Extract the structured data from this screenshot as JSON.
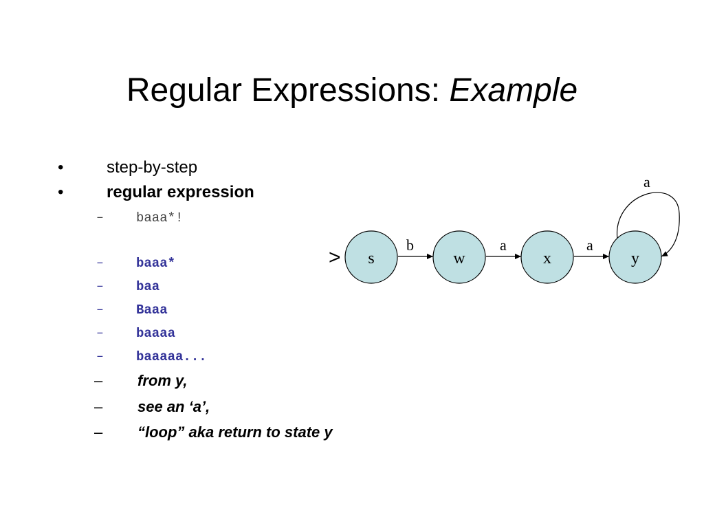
{
  "slide": {
    "title": "Regular Expressions: ",
    "title_italic": "Example"
  },
  "bullets": [
    {
      "marker": "•",
      "text": "step-by-step"
    },
    {
      "marker": "•",
      "text": "regular expression"
    }
  ],
  "regex_items": [
    {
      "marker": "–",
      "text": "baaa*!"
    },
    {
      "marker": "–",
      "text": "baaa*"
    },
    {
      "marker": "–",
      "text": "baa"
    },
    {
      "marker": "–",
      "text": "Baaa"
    },
    {
      "marker": "–",
      "text": "baaaa"
    },
    {
      "marker": "–",
      "text": "baaaaa..."
    }
  ],
  "notes": [
    {
      "marker": "–",
      "text": "from y,"
    },
    {
      "marker": "–",
      "text": "see an ‘a’,"
    },
    {
      "marker": "–",
      "text": "“loop” aka return to state y"
    }
  ],
  "fsa": {
    "start_marker": ">",
    "states": [
      "s",
      "w",
      "x",
      "y"
    ],
    "transitions": [
      {
        "from": "s",
        "to": "w",
        "label": "b"
      },
      {
        "from": "w",
        "to": "x",
        "label": "a"
      },
      {
        "from": "x",
        "to": "y",
        "label": "a"
      },
      {
        "from": "y",
        "to": "y",
        "label": "a"
      }
    ],
    "colors": {
      "state_fill": "#bfe0e3",
      "stroke": "#000000",
      "highlight_text": "#333399"
    }
  }
}
